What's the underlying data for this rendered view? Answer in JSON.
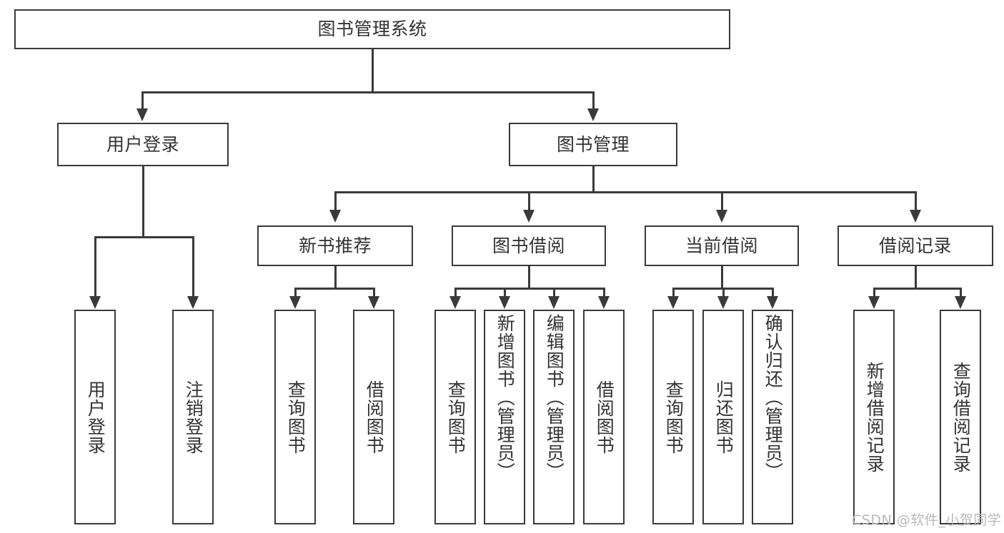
{
  "diagram": {
    "title": "图书管理系统",
    "type": "tree-hierarchy-diagram",
    "root": {
      "label": "图书管理系统"
    },
    "level2": [
      {
        "label": "用户登录"
      },
      {
        "label": "图书管理"
      }
    ],
    "level3": [
      {
        "label": "新书推荐"
      },
      {
        "label": "图书借阅"
      },
      {
        "label": "当前借阅"
      },
      {
        "label": "借阅记录"
      }
    ],
    "leaves": {
      "user_login": [
        {
          "label": "用户登录"
        },
        {
          "label": "注销登录"
        }
      ],
      "new_book_recommend": [
        {
          "label": "查询图书"
        },
        {
          "label": "借阅图书"
        }
      ],
      "book_borrow": [
        {
          "label": "查询图书"
        },
        {
          "label": "新增图书（管理员）"
        },
        {
          "label": "编辑图书（管理员）"
        },
        {
          "label": "借阅图书"
        }
      ],
      "current_borrow": [
        {
          "label": "查询图书"
        },
        {
          "label": "归还图书"
        },
        {
          "label": "确认归还（管理员）"
        }
      ],
      "borrow_record": [
        {
          "label": "新增借阅记录"
        },
        {
          "label": "查询借阅记录"
        }
      ]
    }
  },
  "watermark": {
    "text": "CSDN @软件_小贺同学"
  },
  "colors": {
    "stroke": "#3a3a3a",
    "background": "#ffffff",
    "text": "#333333",
    "watermark": "#b9b9b9"
  }
}
